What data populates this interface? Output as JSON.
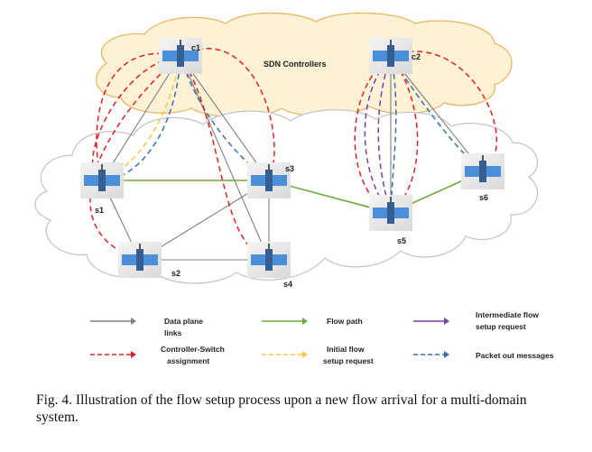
{
  "cloud_label": "SDN Controllers",
  "nodes": {
    "c1": "c1",
    "c2": "c2",
    "s1": "s1",
    "s2": "s2",
    "s3": "s3",
    "s4": "s4",
    "s5": "s5",
    "s6": "s6"
  },
  "legend": {
    "data_plane": [
      "Data plane",
      "links"
    ],
    "flow_path": [
      "Flow path"
    ],
    "intermediate": [
      "Intermediate flow",
      "setup request"
    ],
    "controller_switch": [
      "Controller-Switch",
      "assignment"
    ],
    "initial": [
      "Initial flow",
      "setup request"
    ],
    "packet_out": [
      "Packet out messages"
    ]
  },
  "colors": {
    "data_plane": "#808080",
    "flow_path": "#6aab3a",
    "intermediate": "#7b3fa0",
    "controller_switch": "#e02020",
    "initial": "#f2c840",
    "packet_out": "#3a6ea5",
    "cloud_top": "#fdf1d6",
    "cloud_top_border": "#e6b45a",
    "cloud_bottom": "#ffffff",
    "cloud_bottom_border": "#bfc3c8"
  },
  "caption": "Fig. 4.  Illustration of the flow setup process upon a new flow arrival for a multi-domain system."
}
